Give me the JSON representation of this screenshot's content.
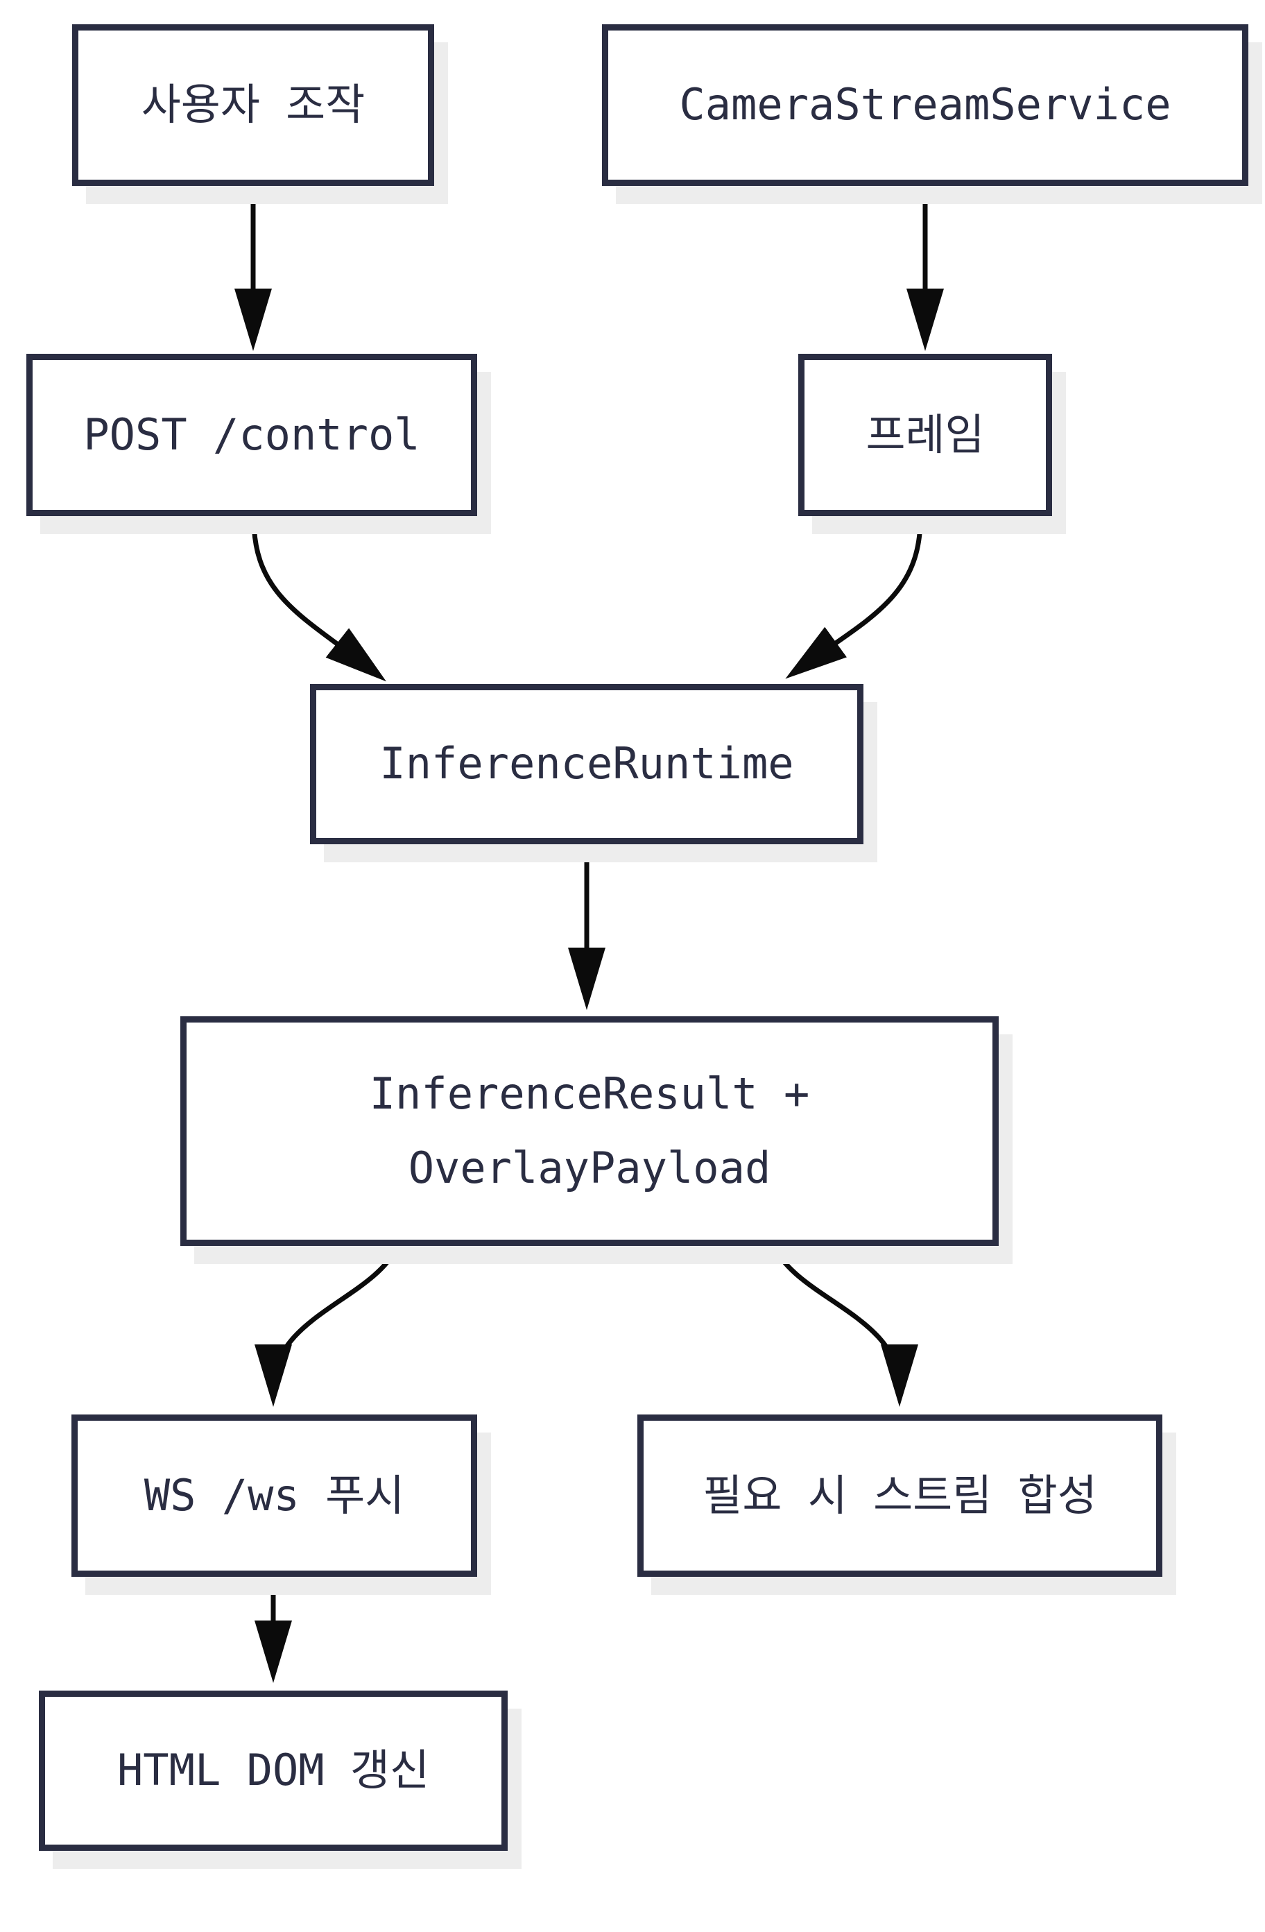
{
  "diagram": {
    "type": "flowchart",
    "direction": "top-down",
    "colors": {
      "background": "#ffffff",
      "node_border": "#2a2d42",
      "node_fill": "#ffffff",
      "node_text": "#2a2d42",
      "node_shadow": "#ededed",
      "arrow": "#0b0b0b"
    },
    "nodes": [
      {
        "id": "user-action",
        "label": "사용자 조작"
      },
      {
        "id": "camera-service",
        "label": "CameraStreamService"
      },
      {
        "id": "post-control",
        "label": "POST /control"
      },
      {
        "id": "frame",
        "label": "프레임"
      },
      {
        "id": "inference-runtime",
        "label": "InferenceRuntime"
      },
      {
        "id": "inference-result",
        "label": "InferenceResult +\nOverlayPayload"
      },
      {
        "id": "ws-push",
        "label": "WS /ws 푸시"
      },
      {
        "id": "stream-compose",
        "label": "필요 시 스트림 합성"
      },
      {
        "id": "html-dom-update",
        "label": "HTML DOM 갱신"
      }
    ],
    "edges": [
      {
        "from": "user-action",
        "to": "post-control"
      },
      {
        "from": "camera-service",
        "to": "frame"
      },
      {
        "from": "post-control",
        "to": "inference-runtime"
      },
      {
        "from": "frame",
        "to": "inference-runtime"
      },
      {
        "from": "inference-runtime",
        "to": "inference-result"
      },
      {
        "from": "inference-result",
        "to": "ws-push"
      },
      {
        "from": "inference-result",
        "to": "stream-compose"
      },
      {
        "from": "ws-push",
        "to": "html-dom-update"
      }
    ]
  }
}
